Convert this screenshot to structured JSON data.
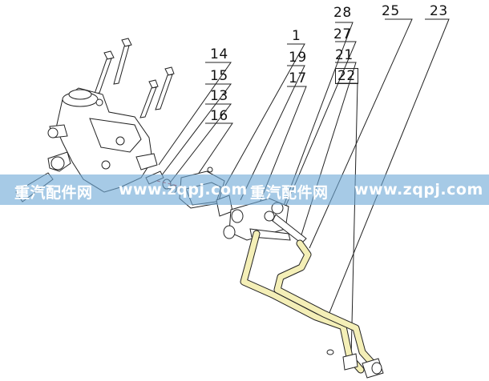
{
  "diagram": {
    "colors": {
      "line": "#222222",
      "pipe_fill": "#f4efb7",
      "watermark_band": "#6faad6",
      "dash_accent": "#cc2222"
    },
    "callouts": [
      {
        "id": "c28",
        "label": "28"
      },
      {
        "id": "c25",
        "label": "25"
      },
      {
        "id": "c23",
        "label": "23"
      },
      {
        "id": "c1",
        "label": "1"
      },
      {
        "id": "c27",
        "label": "27"
      },
      {
        "id": "c14",
        "label": "14"
      },
      {
        "id": "c19",
        "label": "19"
      },
      {
        "id": "c21",
        "label": "21"
      },
      {
        "id": "c15",
        "label": "15"
      },
      {
        "id": "c22",
        "label": "22"
      },
      {
        "id": "c17",
        "label": "17"
      },
      {
        "id": "c13",
        "label": "13"
      },
      {
        "id": "c16",
        "label": "16"
      }
    ]
  },
  "watermark": {
    "segments": [
      "重汽配件网",
      "www.zqpj.com",
      "重汽配件网",
      "www.zqpj.com"
    ]
  }
}
